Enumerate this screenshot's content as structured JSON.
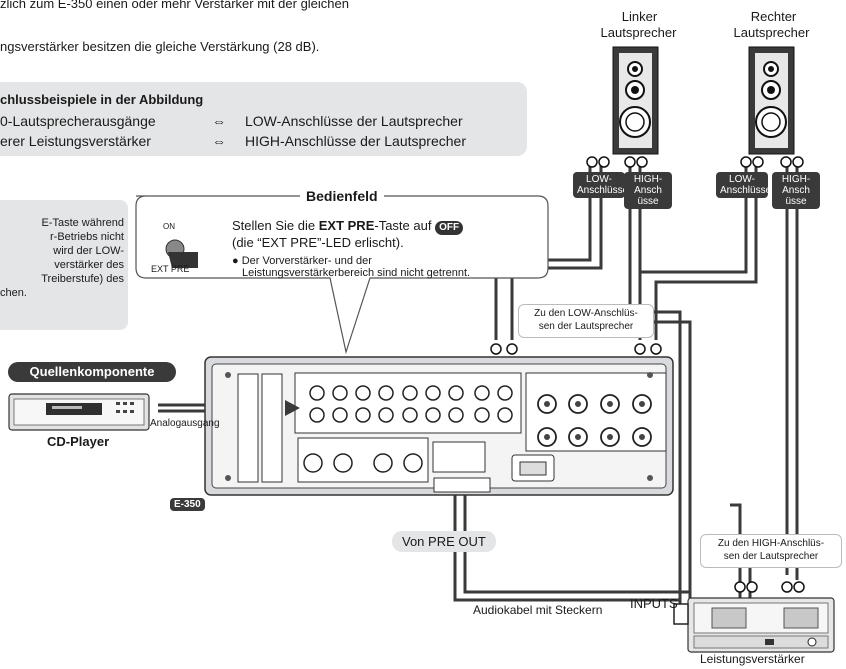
{
  "intro": {
    "line1": "zlich zum E-350 einen oder mehr Verstärker mit der gleichen",
    "line2": "ngsverstärker besitzen die gleiche Verstärkung (28 dB)."
  },
  "example_box": {
    "title": "chlussbeispiele in der Abbildung",
    "rows": [
      {
        "left": "0-Lautsprecherausgänge",
        "arrow": "⇔",
        "right": "LOW-Anschlüsse der Lautsprecher"
      },
      {
        "left": "erer Leistungsverstärker",
        "arrow": "⇔",
        "right": "HIGH-Anschlüsse der Lautsprecher"
      }
    ]
  },
  "side_note": {
    "lines": [
      "E-Taste während",
      "r-Betriebs nicht",
      "wird der LOW-",
      "verstärker des",
      "Treiberstufe) des",
      "chen."
    ]
  },
  "speakers": {
    "left_title_1": "Linker",
    "left_title_2": "Lautsprecher",
    "right_title_1": "Rechter",
    "right_title_2": "Lautsprecher",
    "low_label_1": "LOW-",
    "low_label_2": "Anschlüsse",
    "high_label_1": "HIGH-",
    "high_label_2": "Ansch üsse"
  },
  "panel": {
    "title": "Bedienfeld",
    "on_label": "ON",
    "ext_pre_label": "EXT PRE",
    "instr_pre": "Stellen Sie die ",
    "instr_bold": "EXT PRE",
    "instr_post": "-Taste auf",
    "off_badge": "OFF",
    "instr_line2": "(die “EXT PRE”-LED erlischt).",
    "bullet_line1": "● Der Vorverstärker- und der",
    "bullet_line2": "Leistungsverstärkerbereich sind nicht getrennt."
  },
  "source": {
    "badge": "Quellenkomponente",
    "cd_label": "CD-Player",
    "analog_out": "Analogausgang"
  },
  "amp_unit": {
    "model": "E-350"
  },
  "labels": {
    "to_low_1": "Zu den LOW-Anschlüs-",
    "to_low_2": "sen der Lautsprecher",
    "to_high_1": "Zu den HIGH-Anschlüs-",
    "to_high_2": "sen der Lautsprecher",
    "von_pre_out": "Von PRE OUT",
    "cable": "Audiokabel mit Steckern",
    "inputs": "INPUTS",
    "power_amp": "Leistungsverstärker"
  }
}
